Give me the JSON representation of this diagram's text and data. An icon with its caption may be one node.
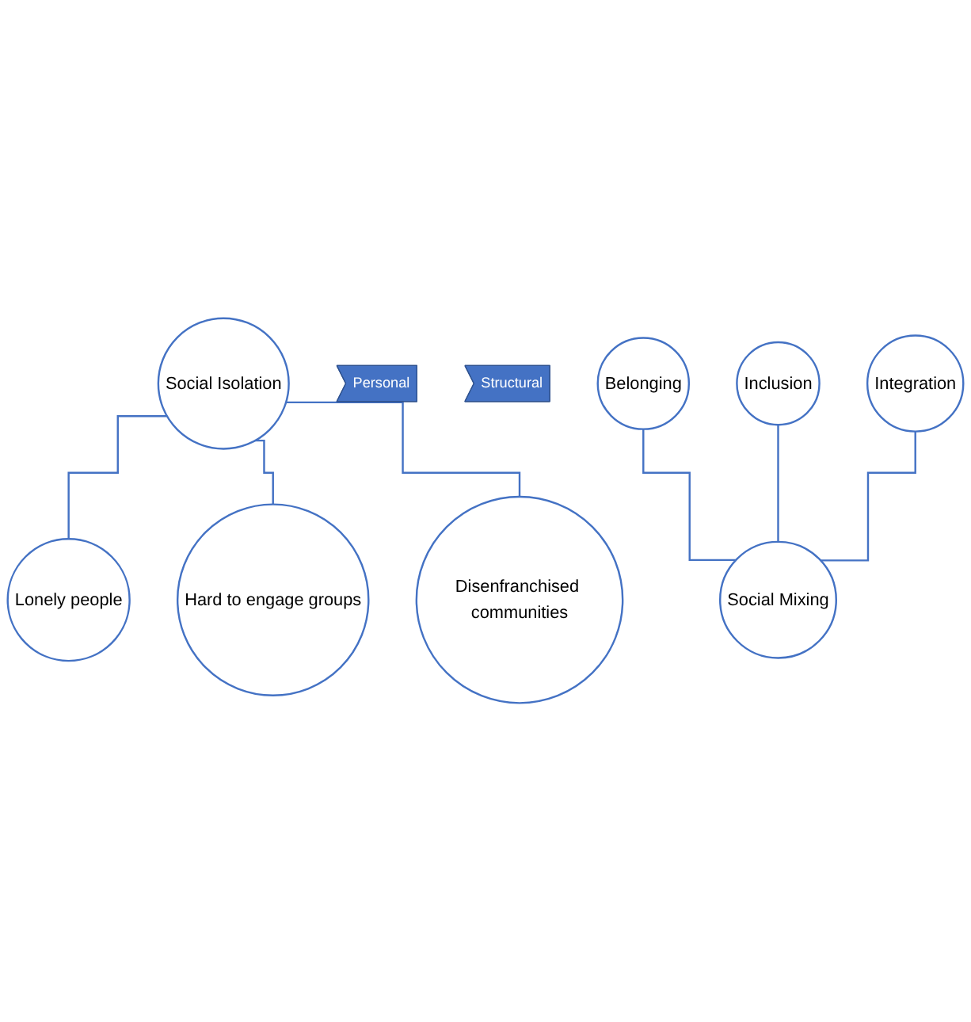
{
  "diagram": {
    "nodes": [
      {
        "text": [
          "Social Isolation"
        ]
      },
      {
        "text": [
          "Lonely people"
        ]
      },
      {
        "text": [
          "Hard to engage groups"
        ]
      },
      {
        "text": [
          "Disenfranchised communities"
        ]
      },
      {
        "text": [
          "Personal"
        ]
      },
      {
        "text": [
          "Structural"
        ]
      },
      {
        "text": [
          "Belonging"
        ]
      },
      {
        "text": [
          "Inclusion"
        ]
      },
      {
        "text": [
          "Integration"
        ]
      },
      {
        "text": [
          "Social Mixing"
        ]
      }
    ],
    "edges": [
      {
        "from": 0,
        "to": 1,
        "arrow": "none"
      },
      {
        "from": 0,
        "to": 2,
        "arrow": "none"
      },
      {
        "from": 0,
        "to": 3,
        "arrow": "none"
      },
      {
        "from": 6,
        "to": 9,
        "arrow": "none"
      },
      {
        "from": 7,
        "to": 9,
        "arrow": "none"
      },
      {
        "from": 8,
        "to": 9,
        "arrow": "none"
      }
    ]
  }
}
